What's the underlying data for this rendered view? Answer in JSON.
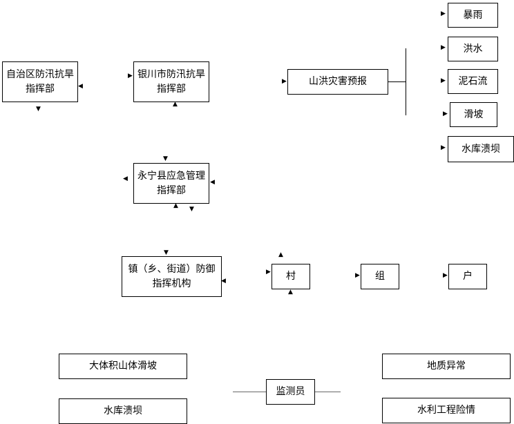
{
  "nodes": {
    "region": "自治区防汛抗旱指挥部",
    "city": "银川市防汛抗旱指挥部",
    "county": "永宁县应急管理指挥部",
    "town": "镇（乡、街道）防御指挥机构",
    "forecast": "山洪灾害预报",
    "rainstorm": "暴雨",
    "flood": "洪水",
    "debris_flow": "泥石流",
    "landslide": "滑坡",
    "dam_break_top": "水库溃坝",
    "village": "村",
    "group": "组",
    "household": "户",
    "monitor": "监测员",
    "large_landslide": "大体积山体滑坡",
    "dam_break_bottom": "水库溃坝",
    "geo_anomaly": "地质异常",
    "hydraulic_danger": "水利工程险情"
  }
}
